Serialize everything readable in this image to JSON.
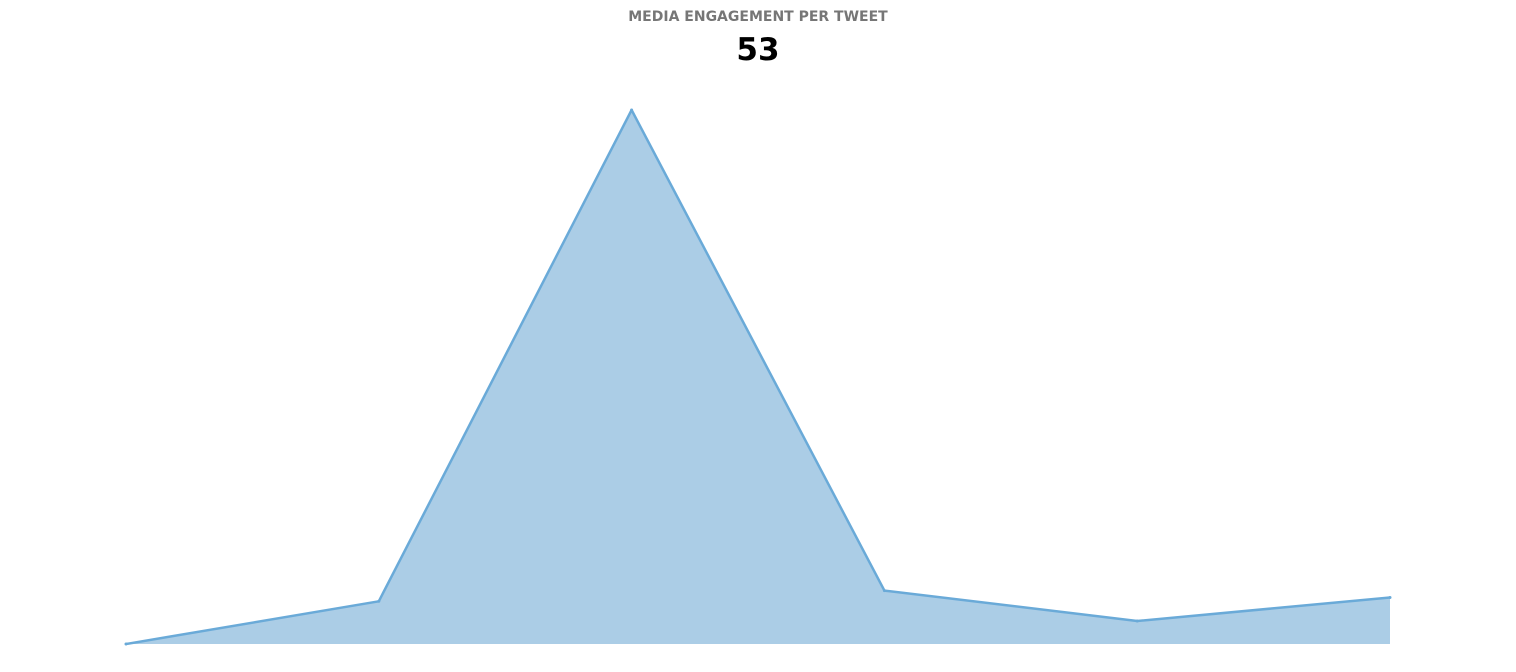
{
  "widget": {
    "title": "MEDIA ENGAGEMENT PER TWEET",
    "value": "53"
  },
  "colors": {
    "area_fill": "#abcde6",
    "area_stroke": "#6aaad8",
    "title_text": "#767676",
    "value_text": "#000000"
  },
  "chart_data": {
    "type": "area",
    "x": [
      1,
      2,
      3,
      4,
      5,
      6
    ],
    "values": [
      0,
      8,
      100,
      10,
      4.3,
      8.7
    ],
    "ylim": [
      0,
      100
    ],
    "grid": false,
    "legend": "none",
    "axes_visible": false
  }
}
